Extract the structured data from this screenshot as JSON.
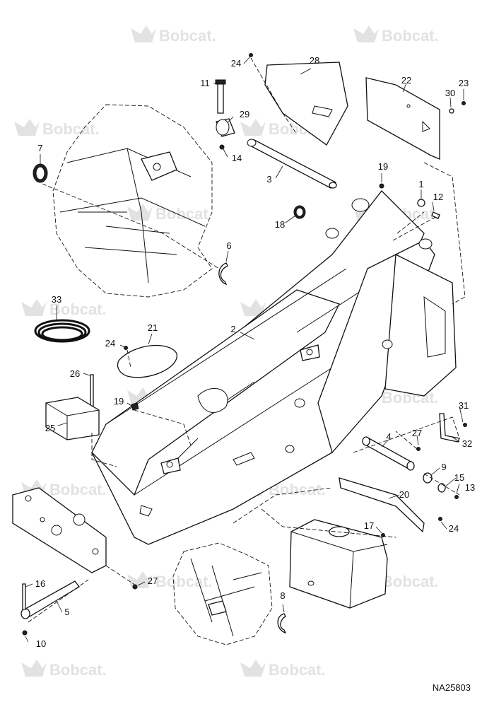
{
  "watermark": {
    "text": "Bobcat.",
    "color": "#e2e2e2"
  },
  "drawing_id": "NA25803",
  "callouts": [
    "1",
    "2",
    "3",
    "4",
    "5",
    "6",
    "7",
    "8",
    "9",
    "10",
    "11",
    "12",
    "13",
    "14",
    "15",
    "16",
    "17",
    "18",
    "19",
    "19",
    "20",
    "21",
    "22",
    "23",
    "24",
    "24",
    "24",
    "25",
    "26",
    "27",
    "27",
    "28",
    "29",
    "30",
    "31",
    "32",
    "33"
  ]
}
